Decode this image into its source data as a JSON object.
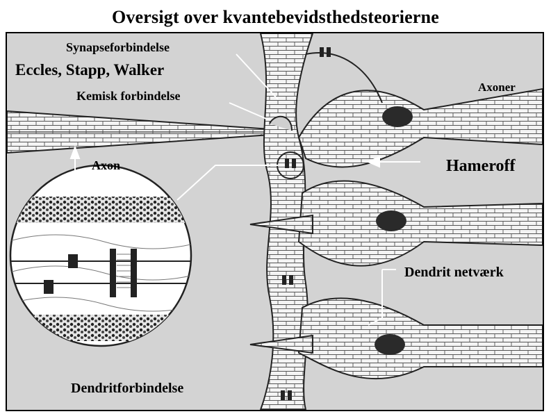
{
  "title": "Oversigt over kvantebevidsthedsteorierne",
  "labels": {
    "synapse": "Synapseforbindelse",
    "authors": "Eccles,  Stapp, Walker",
    "chemical": "Kemisk forbindelse",
    "axoner": "Axoner",
    "axon": "Axon",
    "hameroff": "Hameroff",
    "dendrite_network": "Dendrit netværk",
    "dendrite_connection": "Dendritforbindelse"
  },
  "colors": {
    "background": "#d3d3d3",
    "cell": "#f4f4f4",
    "outline": "#222222",
    "nucleus": "#2a2a2a",
    "pointer": "#ffffff"
  }
}
